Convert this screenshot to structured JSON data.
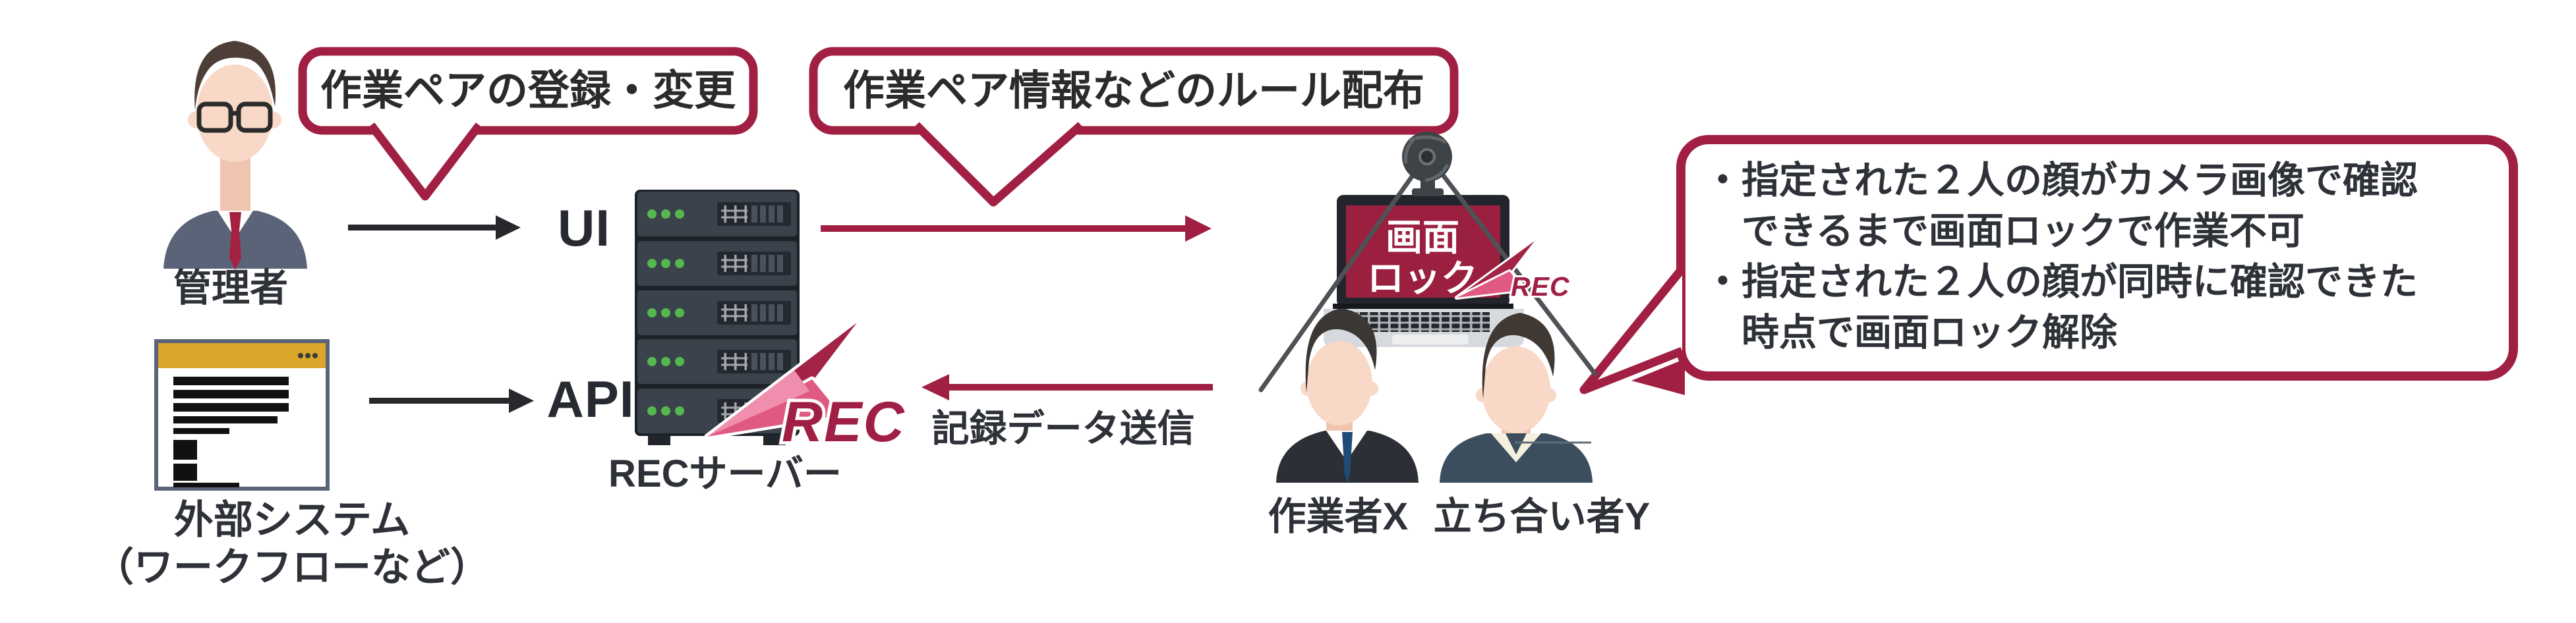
{
  "title": "二人作業（ペア作業）顔認証 画面ロック 概要図",
  "palette": {
    "crimson": "#A01F42",
    "screen_panel": "#9B1F3E",
    "plane_dark": "#A32347",
    "plane_pink": "#E05983",
    "plane_light_pink": "#EF8FAD",
    "text_dark": "#2E3238",
    "arrow_black": "#26282B",
    "window_title_yellow": "#DCA62B",
    "server_body": "#3A424B",
    "led_green": "#55B84E",
    "suit_admin": "#5A6377",
    "tie_admin": "#A32240",
    "suit_worker": "#2C2F35",
    "tie_worker": "#204A77",
    "sweater_witness": "#3C4E5E",
    "collar_witness": "#F6F0DF",
    "skin": "#F8D8C6"
  },
  "actors": {
    "admin": {
      "label": "管理者"
    },
    "external_system": {
      "label_line1": "外部システム",
      "label_line2": "（ワークフローなど）"
    },
    "server": {
      "label": "RECサーバー",
      "ui_port": "UI",
      "api_port": "API",
      "logo": "REC"
    },
    "client_pc": {
      "screen_line1": "画面",
      "screen_line2": "ロック",
      "logo": "REC"
    },
    "worker": {
      "label": "作業者X"
    },
    "witness": {
      "label": "立ち合い者Y"
    }
  },
  "bubbles": {
    "register": {
      "text": "作業ペアの登録・変更"
    },
    "distribute": {
      "text": "作業ペア情報などのルール配布"
    },
    "rules": {
      "lines": [
        "・指定された２人の顔がカメラ画像で確認",
        "　できるまで画面ロックで作業不可",
        "・指定された２人の顔が同時に確認できた",
        "　時点で画面ロック解除"
      ]
    }
  },
  "arrows": {
    "admin_to_ui": {
      "label": ""
    },
    "external_to_api": {
      "label": ""
    },
    "rule_distribution": {
      "label": ""
    },
    "send_record": {
      "label": "記録データ送信"
    }
  }
}
